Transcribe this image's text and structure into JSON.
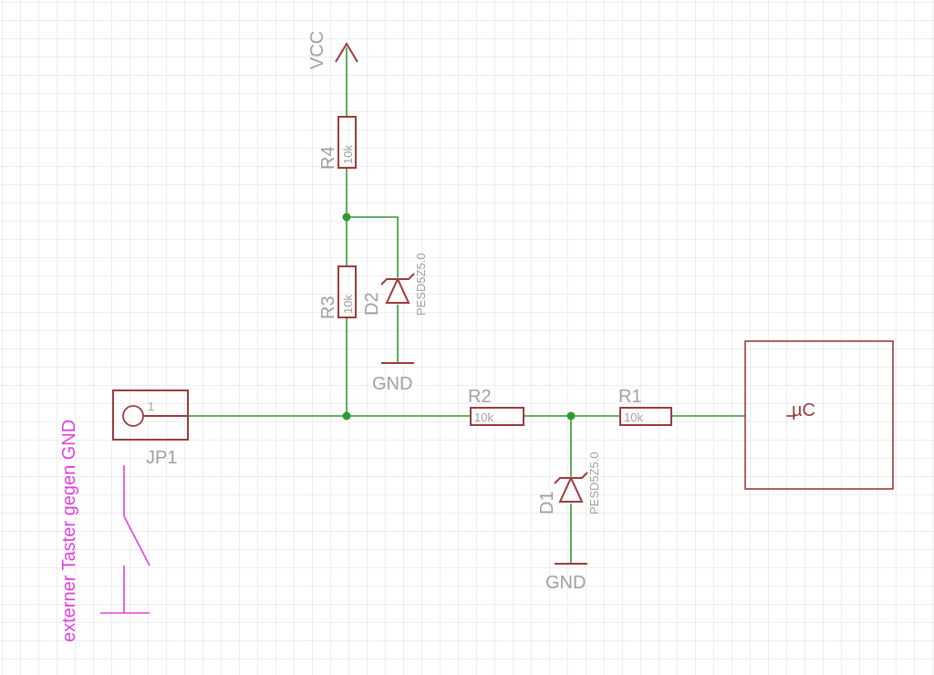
{
  "colors": {
    "background": "#ffffff",
    "grid": "#dcdcdc",
    "wire": "#2f9a2f",
    "symbol": "#9c3b3b",
    "label": "#a0a0a0",
    "annotation": "#e23fe0"
  },
  "supply": {
    "vcc": "VCC"
  },
  "resistors": {
    "r1": {
      "name": "R1",
      "value": "10k"
    },
    "r2": {
      "name": "R2",
      "value": "10k"
    },
    "r3": {
      "name": "R3",
      "value": "10k"
    },
    "r4": {
      "name": "R4",
      "value": "10k"
    }
  },
  "diodes": {
    "d1": {
      "name": "D1",
      "part": "PESD5Z5.0"
    },
    "d2": {
      "name": "D2",
      "part": "PESD5Z5.0"
    }
  },
  "grounds": {
    "gnd_top": "GND",
    "gnd_bottom": "GND"
  },
  "connector": {
    "name": "JP1",
    "pin": "1"
  },
  "mcu": {
    "label": "µC"
  },
  "annotation": {
    "text": "externer Taster gegen GND"
  }
}
